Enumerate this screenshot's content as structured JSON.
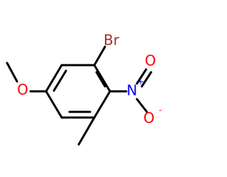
{
  "molecule": {
    "atoms": {
      "bromine": {
        "label": "Br",
        "color": "#a52a2a"
      },
      "nitro_nitrogen": {
        "label": "N",
        "charge": "+",
        "color": "#0000ff"
      },
      "nitro_oxygen_top": {
        "label": "O",
        "color": "#ff0000"
      },
      "nitro_oxygen_bottom": {
        "label": "O",
        "charge": "-",
        "color": "#ff0000"
      },
      "methoxy_oxygen": {
        "label": "O",
        "color": "#ff0000"
      }
    },
    "bond_color": "#000000"
  }
}
